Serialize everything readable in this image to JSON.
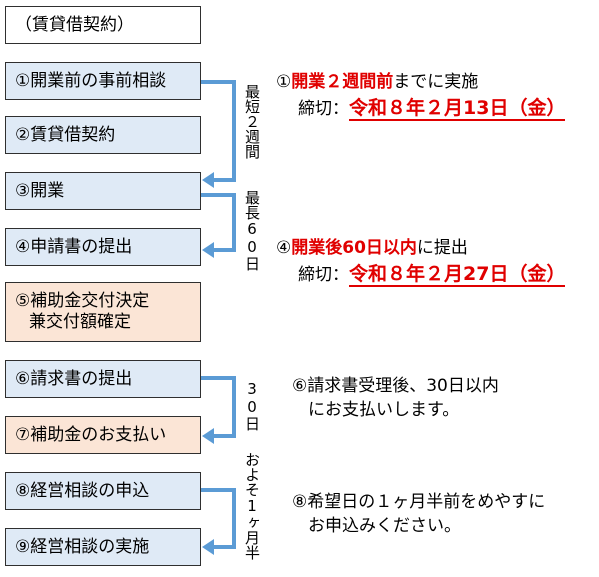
{
  "boxes": {
    "contract_type": "（賃貸借契約）",
    "step1": "①開業前の事前相談",
    "step2": "②賃貸借契約",
    "step3": "③開業",
    "step4": "④申請書の提出",
    "step5_line1": "⑤補助金交付決定",
    "step5_line2": "兼交付額確定",
    "step6": "⑥請求書の提出",
    "step7": "⑦補助金のお支払い",
    "step8": "⑧経営相談の申込",
    "step9": "⑨経営相談の実施"
  },
  "intervals": {
    "a": "最短２週間",
    "b": "最長60日",
    "c": "30日",
    "d": "およそ1ヶ月半"
  },
  "notes": {
    "n1_prefix": "①",
    "n1_highlight": "開業２週間前",
    "n1_suffix": "までに実施",
    "n1_deadline_label": "締切：",
    "n1_deadline": "令和８年２月13日（金）",
    "n4_prefix": "④",
    "n4_highlight": "開業後60日以内",
    "n4_suffix": "に提出",
    "n4_deadline_label": "締切：",
    "n4_deadline": "令和８年２月27日（金）",
    "n6_line1": "⑥請求書受理後、30日以内",
    "n6_line2": "にお支払いします。",
    "n8_line1": "⑧希望日の１ヶ月半前をめやすに",
    "n8_line2": "お申込みください。"
  },
  "colors": {
    "arrow": "#5b9bd5",
    "blue_box": "#dfeaf6",
    "pink_box": "#fbe5d6",
    "highlight": "#e00000"
  }
}
